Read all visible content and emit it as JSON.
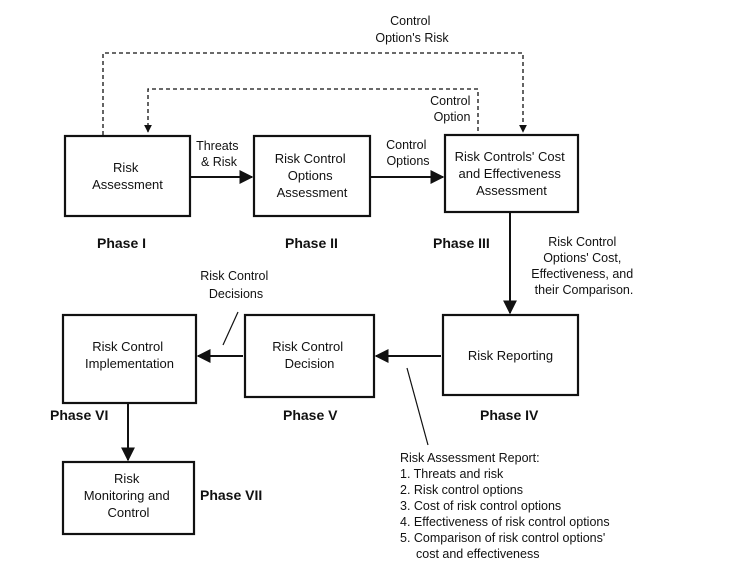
{
  "diagram": {
    "colors": {
      "stroke": "#111111",
      "background": "#ffffff"
    },
    "nodes": [
      {
        "id": "risk-assessment",
        "lines": [
          "Risk",
          "Assessment"
        ]
      },
      {
        "id": "risk-control-options-assessment",
        "lines": [
          "Risk Control",
          "Options",
          "Assessment"
        ]
      },
      {
        "id": "risk-controls-cost-effectiveness-assessment",
        "lines": [
          "Risk Controls' Cost",
          "and Effectiveness",
          "Assessment"
        ]
      },
      {
        "id": "risk-reporting",
        "lines": [
          "Risk Reporting"
        ]
      },
      {
        "id": "risk-control-decision",
        "lines": [
          "Risk Control",
          "Decision"
        ]
      },
      {
        "id": "risk-control-implementation",
        "lines": [
          "Risk Control",
          "Implementation"
        ]
      },
      {
        "id": "risk-monitoring-and-control",
        "lines": [
          "Risk",
          "Monitoring and",
          "Control"
        ]
      }
    ],
    "phases": [
      "Phase I",
      "Phase II",
      "Phase III",
      "Phase IV",
      "Phase V",
      "Phase VI",
      "Phase VII"
    ],
    "edge_labels": {
      "threats_risk": [
        "Threats",
        "& Risk"
      ],
      "control_options": [
        "Control",
        "Options"
      ],
      "control_option": [
        "Control",
        "Option"
      ],
      "control_options_risk": [
        "Control",
        "Option's Risk"
      ],
      "options_cost_effectiveness": [
        "Risk Control",
        "Options' Cost,",
        "Effectiveness, and",
        "their Comparison."
      ],
      "risk_control_decisions": [
        "Risk Control",
        "Decisions"
      ]
    },
    "report": {
      "title": "Risk Assessment Report:",
      "items": [
        "1. Threats and risk",
        "2. Risk control options",
        "3. Cost of risk control options",
        "4. Effectiveness of risk control options",
        "5. Comparison of risk control options'",
        "cost and effectiveness"
      ]
    }
  }
}
